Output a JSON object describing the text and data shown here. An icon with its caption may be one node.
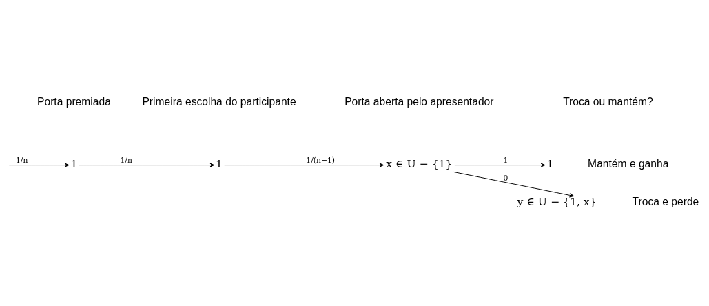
{
  "diagram": {
    "nodes": [
      {
        "text": [
          "1"
        ]
      },
      {
        "text": [
          "1"
        ]
      },
      {
        "text": [
          "x ∈ U − {1}"
        ]
      },
      {
        "text": [
          "1"
        ],
        "beside": [
          "Mantém e ganha"
        ]
      },
      {
        "text": [
          "y ∈ U − {1, x}"
        ],
        "beside": [
          "Troca e perde"
        ]
      }
    ],
    "edges": [
      {
        "from": null,
        "to": 0,
        "arrow": "to",
        "label": "1/n"
      },
      {
        "from": 0,
        "to": 1,
        "arrow": "to",
        "label": "1/n"
      },
      {
        "from": 1,
        "to": 2,
        "arrow": "to",
        "label": "1/(n−1)"
      },
      {
        "from": 2,
        "to": 3,
        "arrow": "to",
        "label": "1"
      },
      {
        "from": 2,
        "to": 4,
        "arrow": "to",
        "label": "0"
      }
    ],
    "labels": [
      "Porta premiada",
      "Primeira escolha do participante",
      "Porta aberta pelo apresentador",
      "Troca ou mantém?"
    ]
  }
}
